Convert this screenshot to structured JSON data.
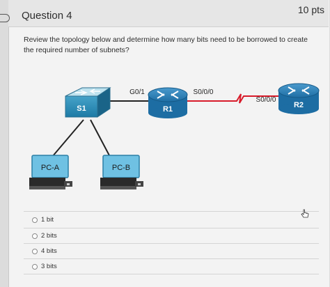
{
  "question": {
    "title": "Question 4",
    "points": "10 pts",
    "prompt": "Review the topology below and determine how many bits need to be borrowed to create the required number of subnets?"
  },
  "topology": {
    "switch_label": "S1",
    "router1_label": "R1",
    "router2_label": "R2",
    "pc_a_label": "PC-A",
    "pc_b_label": "PC-B",
    "g01_label": "G0/1",
    "s000_r1_label": "S0/0/0",
    "s000_r2_label": "S0/0/0"
  },
  "answers": [
    {
      "label": "1 bit"
    },
    {
      "label": "2 bits"
    },
    {
      "label": "4 bits"
    },
    {
      "label": "3 bits"
    }
  ]
}
